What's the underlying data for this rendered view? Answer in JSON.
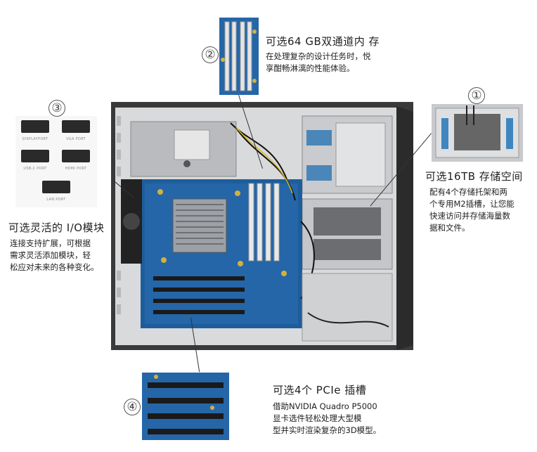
{
  "callouts": [
    {
      "num": "①",
      "title": "可选16TB 存储空间",
      "desc": [
        "配有4个存储托架和两",
        "个专用M2插槽，让您能",
        "快速访问并存储海量数",
        "据和文件。"
      ]
    },
    {
      "num": "②",
      "title": "可选64 GB双通道内 存",
      "desc": [
        "在处理复杂的设计任务时，悦",
        "享酣畅淋漓的性能体验。"
      ]
    },
    {
      "num": "③",
      "title": "可选灵活的 I/O模块",
      "desc": [
        "连接支持扩展，可根据",
        "需求灵活添加模块，轻",
        "松应对未来的各种变化。"
      ]
    },
    {
      "num": "④",
      "title": "可选4个 PCIe 插槽",
      "desc": [
        "借助NVIDIA Quadro P5000",
        "显卡选件轻松处理大型模",
        "型并实时渲染复杂的3D模型。"
      ]
    }
  ],
  "io_modules": [
    "DISPLAYPORT",
    "VGA PORT",
    "USB-C PORT",
    "HDMI PORT",
    "LAN PORT"
  ]
}
